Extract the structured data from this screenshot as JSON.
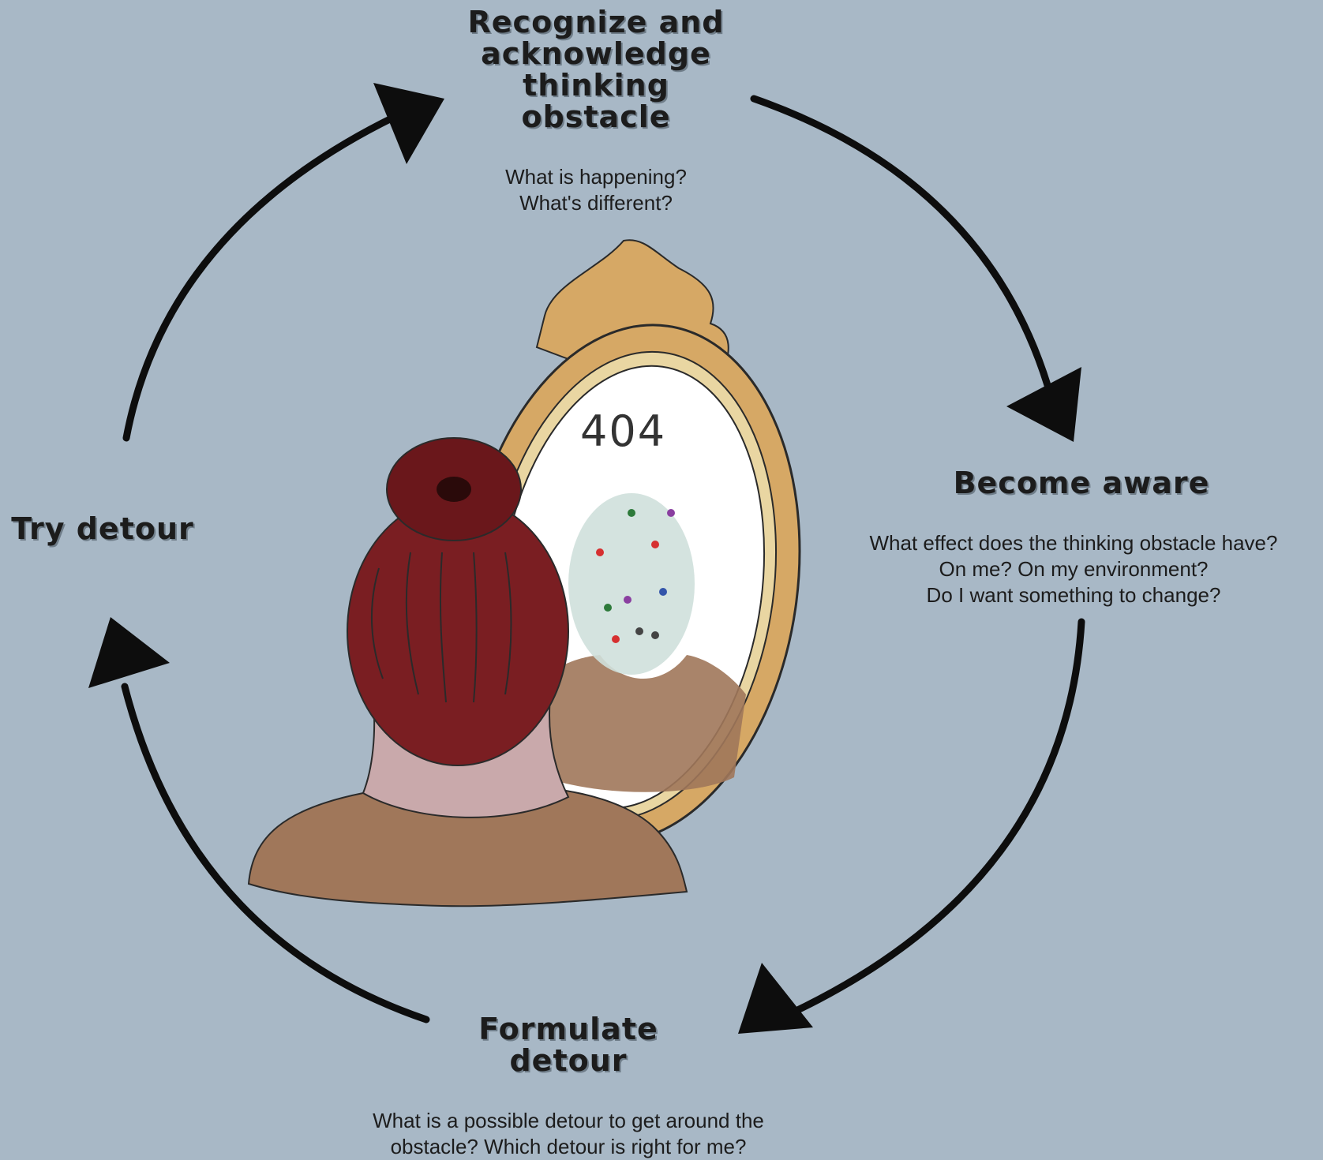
{
  "steps": {
    "recognize": {
      "title": "Recognize and\nacknowledge\nthinking\nobstacle",
      "questions": "What is happening?\nWhat's different?"
    },
    "aware": {
      "title": "Become aware",
      "questions": "What effect does the thinking obstacle have?\nOn me? On my environment?\nDo I want something to change?"
    },
    "formulate": {
      "title": "Formulate\ndetour",
      "questions": "What is a possible detour to get around the\nobstacle? Which detour is right for me?"
    },
    "try": {
      "title": "Try detour"
    }
  },
  "illustration": {
    "mirror_text": "404"
  },
  "colors": {
    "background": "#a8b8c6",
    "arrow": "#0d0d0d",
    "hair": "#7a1e22",
    "skin": "#c9a9ab",
    "shirt": "#a0775a",
    "frame": "#d6a865",
    "mirror_glass": "#ffffff"
  }
}
